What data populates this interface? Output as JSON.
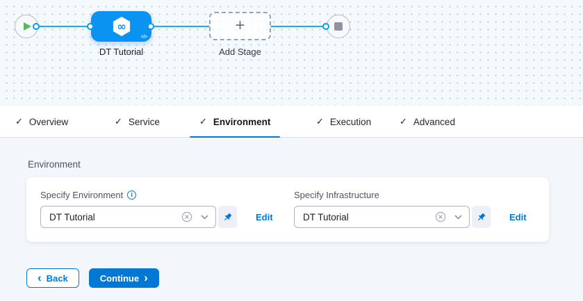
{
  "pipeline": {
    "stage_label": "DT Tutorial",
    "add_stage_label": "Add Stage",
    "icons": {
      "start": "play-icon",
      "end": "stop-icon",
      "stage_type": "cd-hexagon-infinity-icon",
      "stage_badge": "code-icon"
    }
  },
  "tabs": [
    {
      "label": "Overview",
      "checked": true,
      "active": false
    },
    {
      "label": "Service",
      "checked": true,
      "active": false
    },
    {
      "label": "Environment",
      "checked": true,
      "active": true
    },
    {
      "label": "Execution",
      "checked": true,
      "active": false
    },
    {
      "label": "Advanced",
      "checked": true,
      "active": false
    }
  ],
  "environment": {
    "title": "Environment",
    "fields": [
      {
        "label": "Specify Environment",
        "has_info_icon": true,
        "value": "DT Tutorial",
        "edit_label": "Edit"
      },
      {
        "label": "Specify Infrastructure",
        "has_info_icon": false,
        "value": "DT Tutorial",
        "edit_label": "Edit"
      }
    ]
  },
  "footer": {
    "back_label": "Back",
    "continue_label": "Continue"
  },
  "colors": {
    "primary_blue": "#0278d5",
    "node_blue": "#0b93f1",
    "edge_cyan": "#14b0ef",
    "play_green": "#5cb85c",
    "stop_gray": "#8f91a5",
    "canvas_bg": "#f4f9fd",
    "content_bg": "#f3f7fb"
  }
}
